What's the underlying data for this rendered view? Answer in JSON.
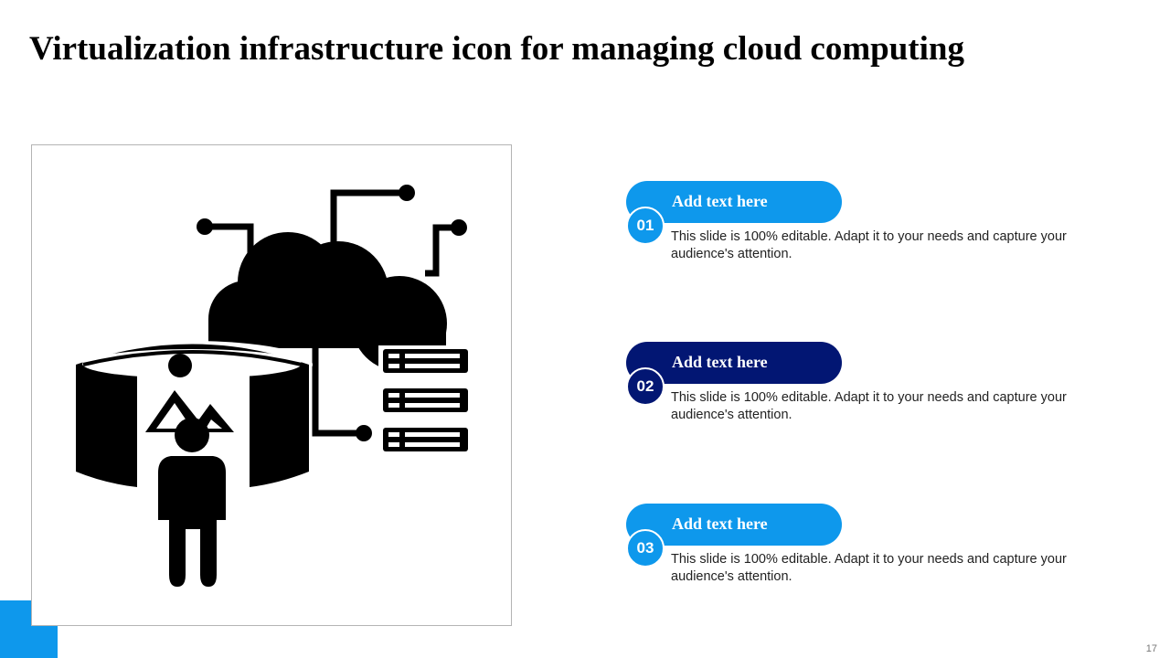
{
  "slide": {
    "title": "Virtualization infrastructure  icon for managing cloud computing",
    "slide_number": "17"
  },
  "colors": {
    "accent_light": "#0e98ec",
    "accent_dark": "#021673",
    "icon": "#000000"
  },
  "illustration": {
    "icon_name": "virtualization-cloud-infrastructure-icon"
  },
  "items": [
    {
      "number": "01",
      "heading": "Add text here",
      "text": "This slide is 100% editable. Adapt it to your needs and capture your audience's attention.",
      "color": "#0e98ec"
    },
    {
      "number": "02",
      "heading": "Add text here",
      "text": "This slide is 100% editable. Adapt it to your needs and capture your audience's attention.",
      "color": "#021673"
    },
    {
      "number": "03",
      "heading": "Add text here",
      "text": "This slide is 100% editable. Adapt it to your needs and capture your audience's attention.",
      "color": "#0e98ec"
    }
  ]
}
